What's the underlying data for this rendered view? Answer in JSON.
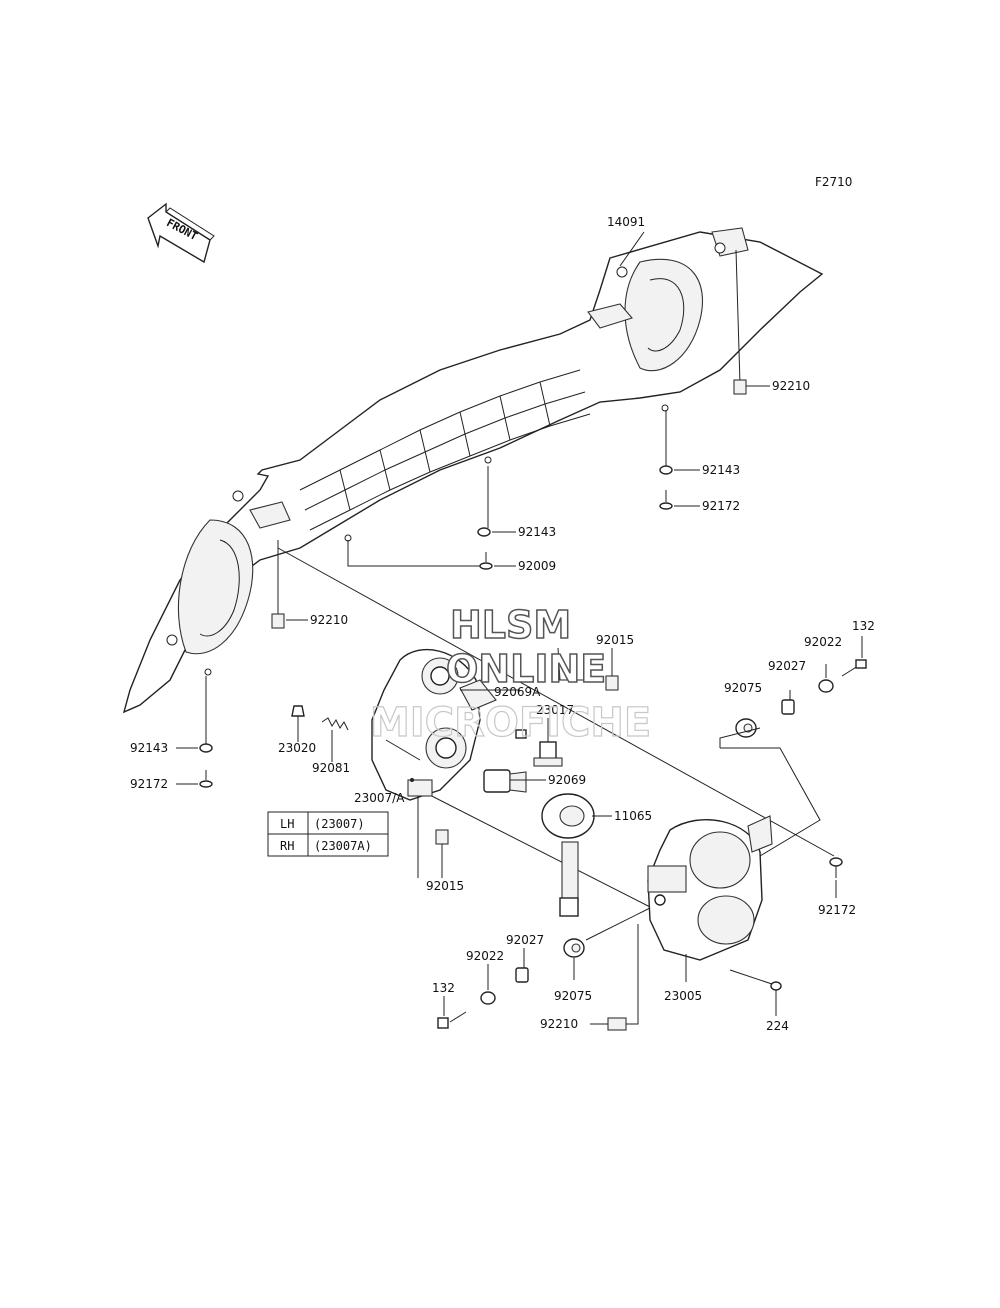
{
  "figure_code": "F2710",
  "front_arrow_label": "FRONT",
  "watermark": {
    "line1": "HLSM",
    "line2": "ONLINE",
    "line3": "MICROFICHE"
  },
  "callouts": [
    {
      "id": "c14091",
      "text": "14091"
    },
    {
      "id": "c92210a",
      "text": "92210"
    },
    {
      "id": "c92143a",
      "text": "92143"
    },
    {
      "id": "c92172a",
      "text": "92172"
    },
    {
      "id": "c92143b",
      "text": "92143"
    },
    {
      "id": "c92009",
      "text": "92009"
    },
    {
      "id": "c92210b",
      "text": "92210"
    },
    {
      "id": "c92015a",
      "text": "92015"
    },
    {
      "id": "c92069A",
      "text": "92069A"
    },
    {
      "id": "c23017",
      "text": "23017"
    },
    {
      "id": "c92069",
      "text": "92069"
    },
    {
      "id": "c11065",
      "text": "11065"
    },
    {
      "id": "c23020",
      "text": "23020"
    },
    {
      "id": "c92081",
      "text": "92081"
    },
    {
      "id": "c23007A",
      "text": "23007/A"
    },
    {
      "id": "c92015b",
      "text": "92015"
    },
    {
      "id": "c92143c",
      "text": "92143"
    },
    {
      "id": "c92172b",
      "text": "92172"
    },
    {
      "id": "c132a",
      "text": "132"
    },
    {
      "id": "c92022a",
      "text": "92022"
    },
    {
      "id": "c92027a",
      "text": "92027"
    },
    {
      "id": "c92075a",
      "text": "92075"
    },
    {
      "id": "c92172c",
      "text": "92172"
    },
    {
      "id": "c92027b",
      "text": "92027"
    },
    {
      "id": "c92022b",
      "text": "92022"
    },
    {
      "id": "c132b",
      "text": "132"
    },
    {
      "id": "c92075b",
      "text": "92075"
    },
    {
      "id": "c92210c",
      "text": "92210"
    },
    {
      "id": "c23005",
      "text": "23005"
    },
    {
      "id": "c224",
      "text": "224"
    }
  ],
  "legend_table": {
    "rows": [
      {
        "side": "LH",
        "part": "(23007)"
      },
      {
        "side": "RH",
        "part": "(23007A)"
      }
    ]
  }
}
